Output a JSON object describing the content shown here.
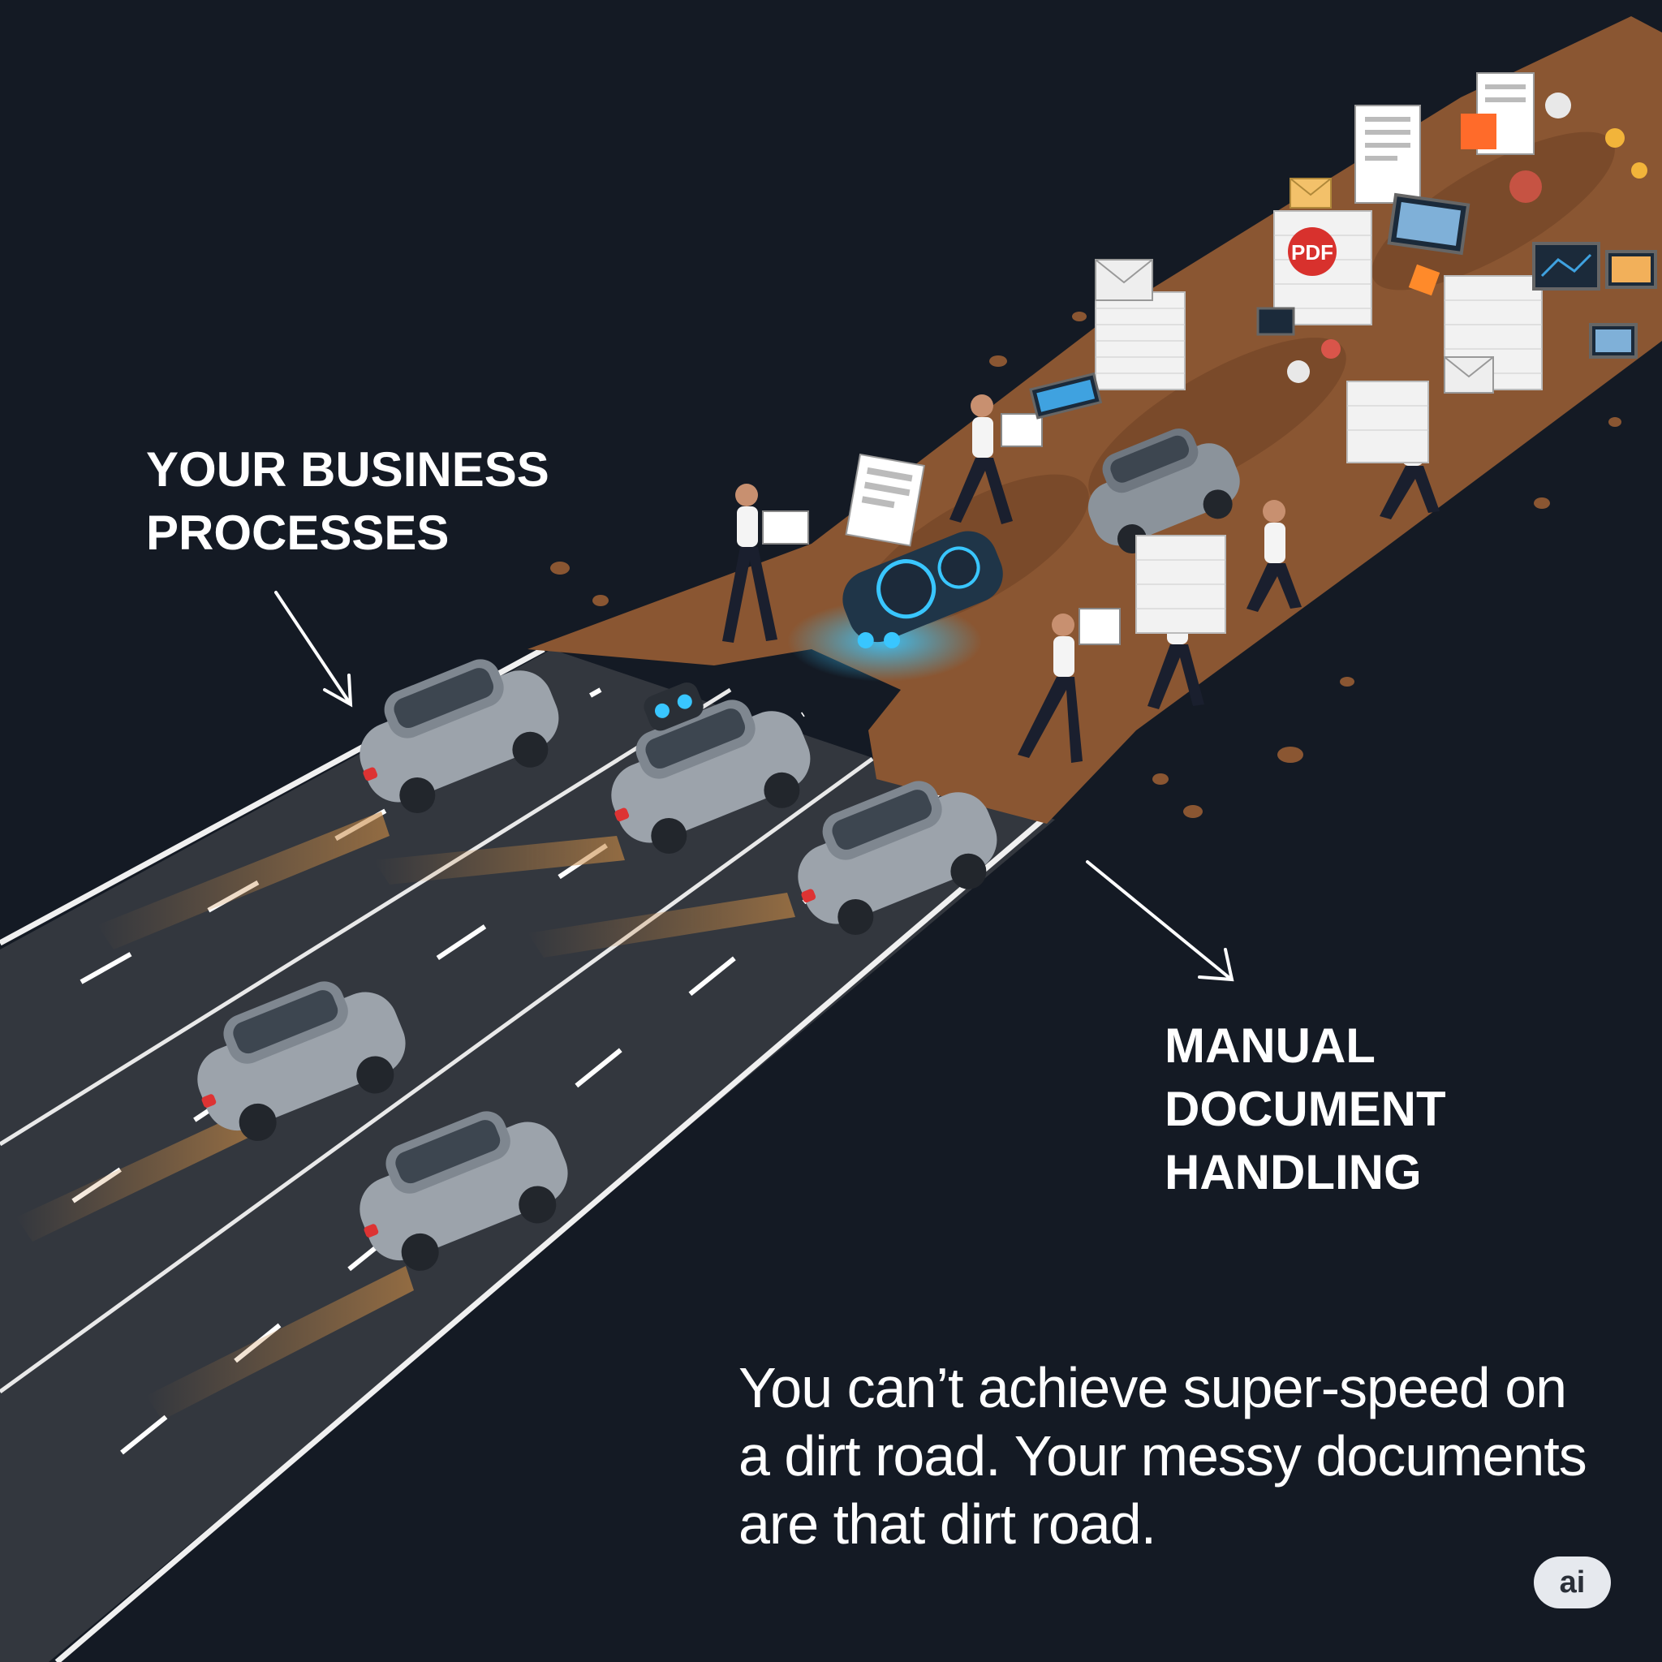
{
  "labels": {
    "business_processes": "YOUR BUSINESS PROCESSES",
    "manual_handling": "MANUAL DOCUMENT HANDLING"
  },
  "tagline": "You can’t achieve super-speed on a dirt road. Your messy documents are that dirt road.",
  "badge": "ai",
  "document_icon": {
    "pdf_label": "PDF"
  },
  "colors": {
    "background": "#141a24",
    "asphalt": "#33373e",
    "dirt": "#8a5632",
    "lane_marking": "#ffffff",
    "car_body": "#9ca3ab",
    "headlight_glow": "#c98a45",
    "robot_glow": "#39c6ff",
    "text": "#ffffff"
  },
  "icons": [
    "arrow-icon",
    "pdf-icon",
    "document-icon",
    "monitor-icon",
    "envelope-icon",
    "car-icon",
    "worker-icon",
    "robot-car-icon",
    "ai-badge-icon"
  ]
}
